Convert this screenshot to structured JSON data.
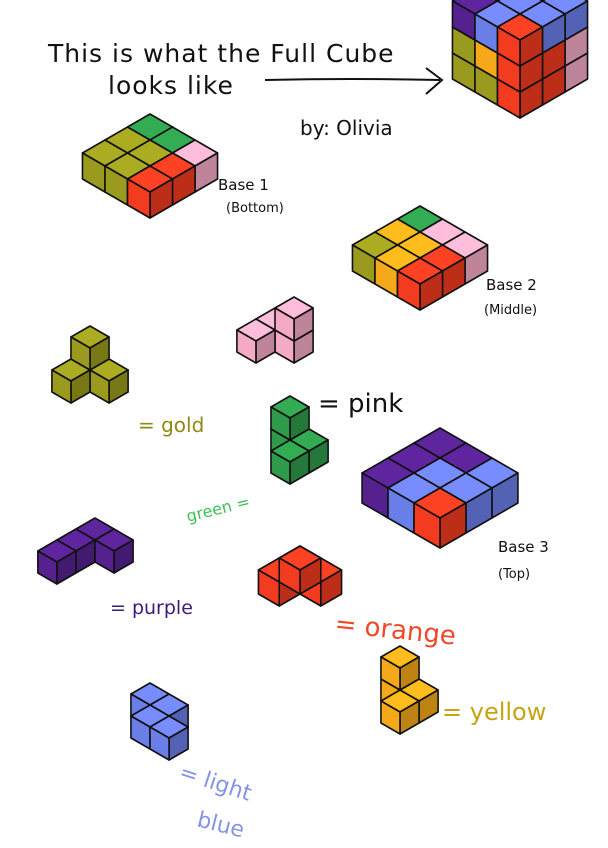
{
  "title_line1": "This is what the Full Cube",
  "title_line2": "looks like",
  "author": "by: Olivia",
  "bases": {
    "base1": {
      "name": "Base 1",
      "note": "(Bottom)"
    },
    "base2": {
      "name": "Base 2",
      "note": "(Middle)"
    },
    "base3": {
      "name": "Base 3",
      "note": "(Top)"
    }
  },
  "pieces": {
    "pink": {
      "label": "= pink",
      "color": "#f4a9c4"
    },
    "gold": {
      "label": "= gold",
      "color": "#9a9a1e"
    },
    "green": {
      "label": "green =",
      "color": "#2e9a4a"
    },
    "purple": {
      "label": "= purple",
      "color": "#55218e"
    },
    "orange": {
      "label": "= orange",
      "color": "#f23b1f"
    },
    "yellow": {
      "label": "= yellow",
      "color": "#f5a81a"
    },
    "blue": {
      "label_line1": "= light",
      "label_line2": "blue",
      "color": "#6a7ee8"
    }
  },
  "colors": {
    "ink": "#111111",
    "grid": "#000000"
  }
}
